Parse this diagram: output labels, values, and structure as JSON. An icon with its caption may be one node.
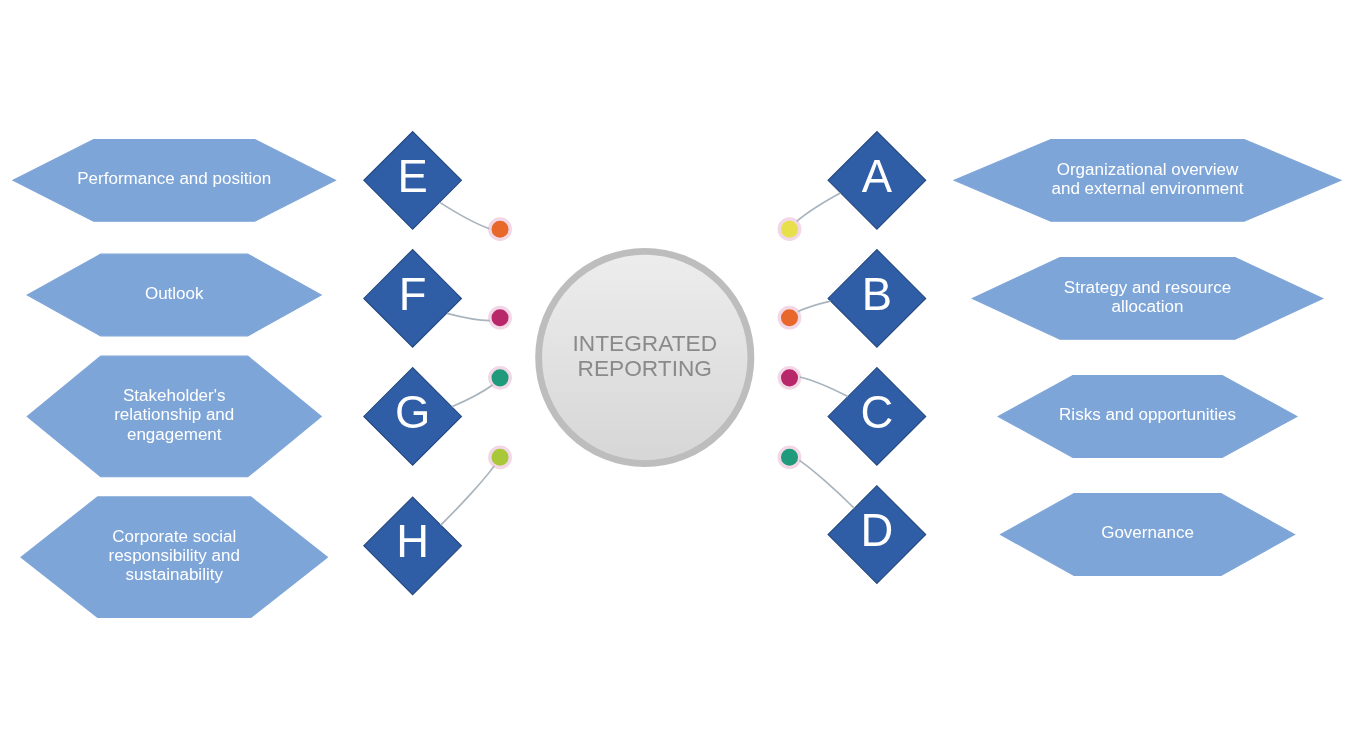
{
  "diagram": {
    "nodes": [
      {
        "text": [
          "INTEGRATED REPORTING"
        ]
      },
      {
        "text": [
          "Organizational overview and external environment"
        ]
      },
      {
        "text": [
          "A"
        ]
      },
      {
        "text": [
          "Strategy and resource allocation"
        ]
      },
      {
        "text": [
          "B"
        ]
      },
      {
        "text": [
          "Risks and opportunities"
        ]
      },
      {
        "text": [
          "C"
        ]
      },
      {
        "text": [
          "Governance"
        ]
      },
      {
        "text": [
          "D"
        ]
      },
      {
        "text": [
          "Performance and position"
        ]
      },
      {
        "text": [
          "E"
        ]
      },
      {
        "text": [
          "Outlook"
        ]
      },
      {
        "text": [
          "F"
        ]
      },
      {
        "text": [
          "Stakeholder's relationship and engagement"
        ]
      },
      {
        "text": [
          "G"
        ]
      },
      {
        "text": [
          "Corporate social responsibility and sustainability"
        ]
      },
      {
        "text": [
          "H"
        ]
      },
      {
        "text": [],
        "shape": "circle"
      },
      {
        "text": [],
        "shape": "circle"
      },
      {
        "text": [],
        "shape": "circle"
      },
      {
        "text": [],
        "shape": "circle"
      },
      {
        "text": [],
        "shape": "circle"
      },
      {
        "text": [],
        "shape": "circle"
      },
      {
        "text": [],
        "shape": "circle"
      },
      {
        "text": [],
        "shape": "circle"
      }
    ],
    "edges": [
      {
        "from": 2,
        "to": 17,
        "arrow": "none"
      },
      {
        "from": 4,
        "to": 18,
        "arrow": "none"
      },
      {
        "from": 6,
        "to": 19,
        "arrow": "none"
      },
      {
        "from": 8,
        "to": 20,
        "arrow": "none"
      },
      {
        "from": 10,
        "to": 21,
        "arrow": "none"
      },
      {
        "from": 12,
        "to": 22,
        "arrow": "none"
      },
      {
        "from": 14,
        "to": 23,
        "arrow": "none"
      },
      {
        "from": 16,
        "to": 24,
        "arrow": "none"
      }
    ]
  }
}
